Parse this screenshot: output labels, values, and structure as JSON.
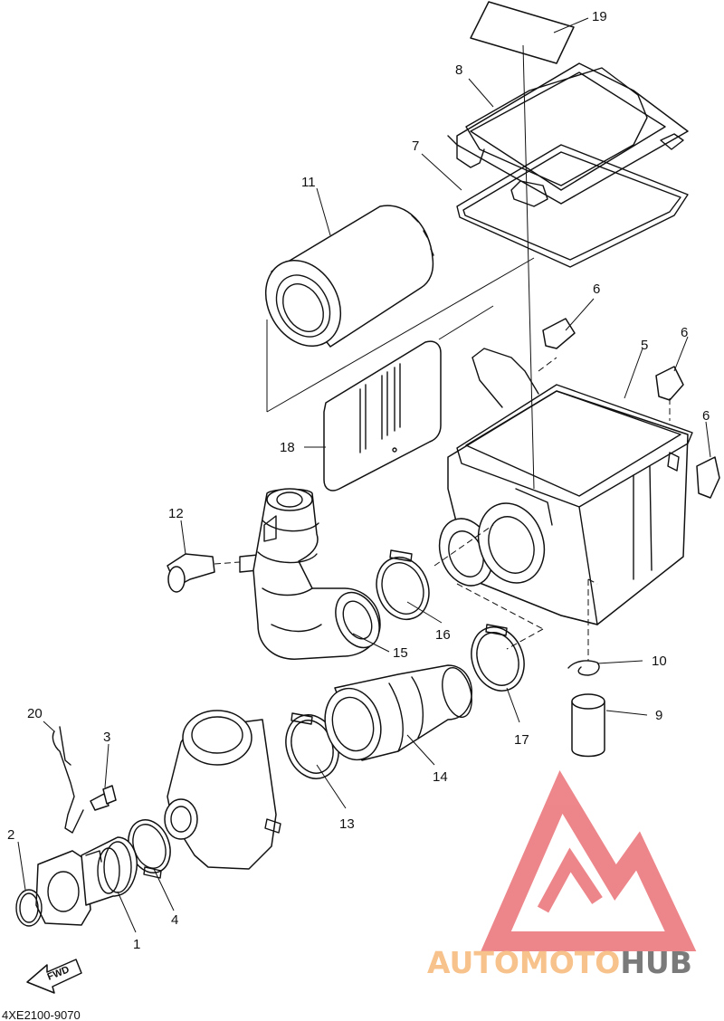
{
  "diagram": {
    "drawing_code": "4XE2100-9070",
    "fwd_label": "FWD",
    "callouts": [
      "1",
      "2",
      "3",
      "4",
      "5",
      "6",
      "6",
      "6",
      "7",
      "8",
      "9",
      "10",
      "11",
      "12",
      "13",
      "14",
      "15",
      "16",
      "17",
      "18",
      "19",
      "20"
    ]
  },
  "watermark": {
    "brand_part1": "AUTOMOTO",
    "brand_part2": "HUB",
    "colors": {
      "orange": "#f6b26b",
      "red": "#e8656a",
      "grey": "#555555"
    }
  }
}
